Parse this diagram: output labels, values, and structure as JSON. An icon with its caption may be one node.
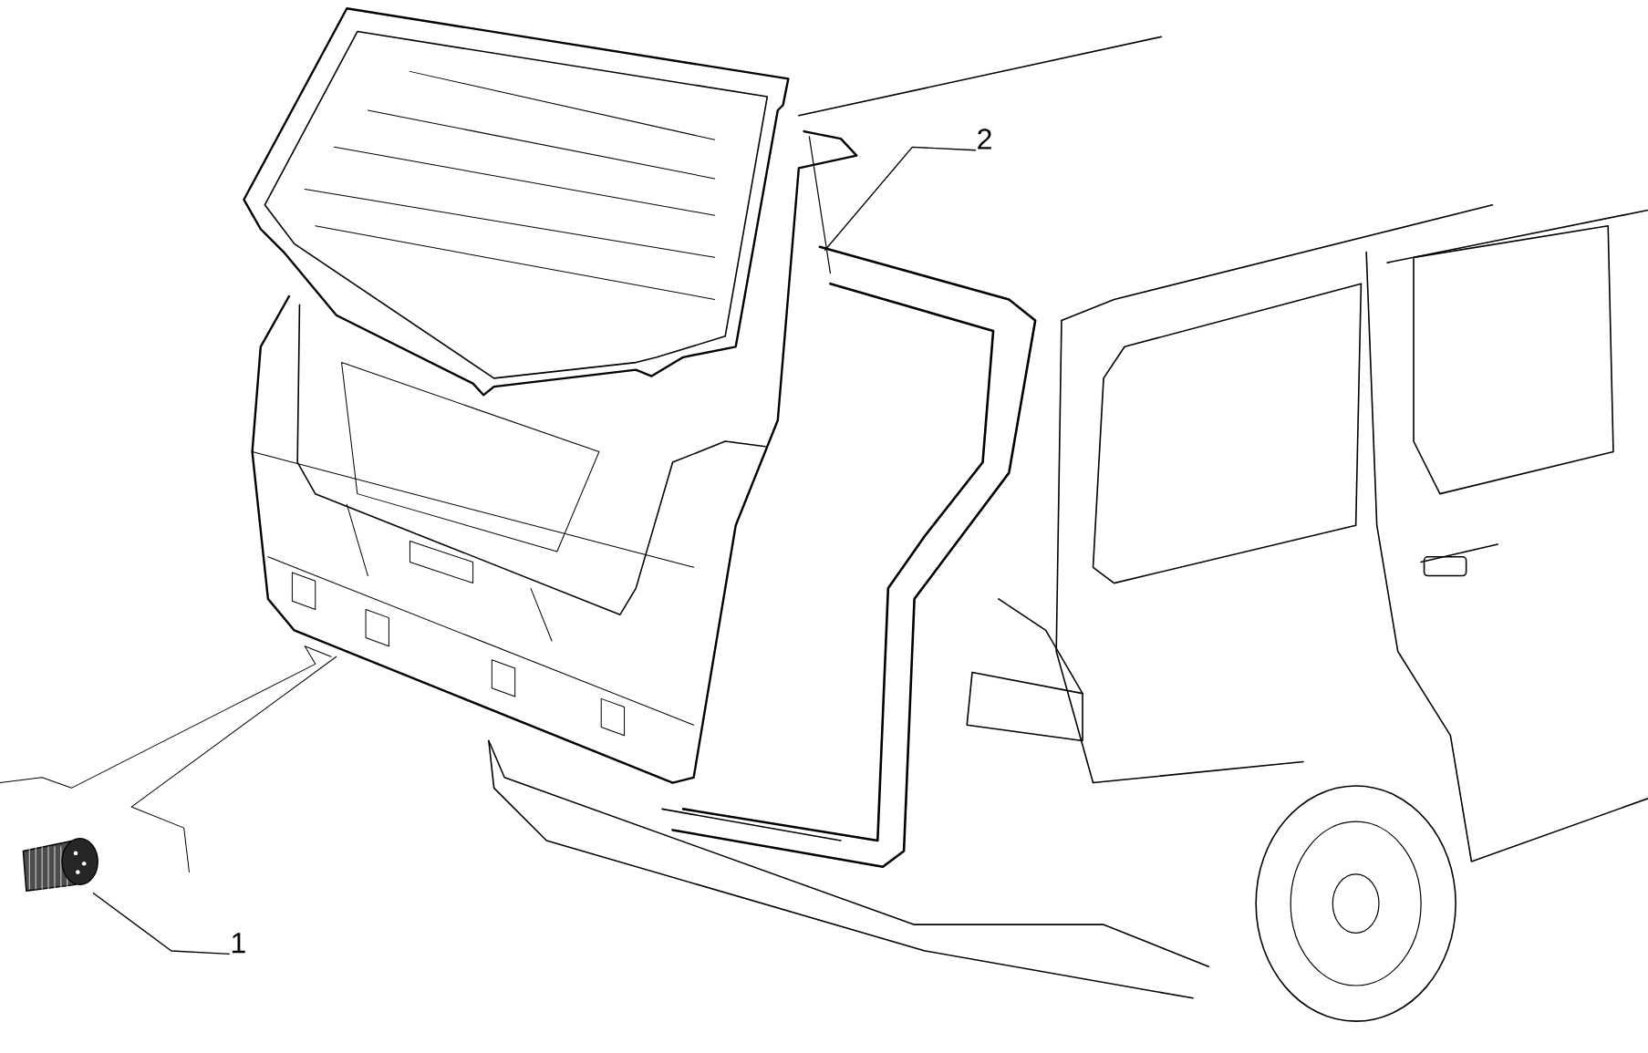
{
  "diagram": {
    "nodes": [
      {
        "text": [
          "1"
        ]
      },
      {
        "text": [
          "2"
        ]
      },
      {
        "text": [],
        "shape": "picture"
      }
    ],
    "edges": [
      {
        "from": 0,
        "to": 2,
        "arrow": "none"
      },
      {
        "from": 1,
        "to": null,
        "arrow": "none"
      }
    ]
  }
}
